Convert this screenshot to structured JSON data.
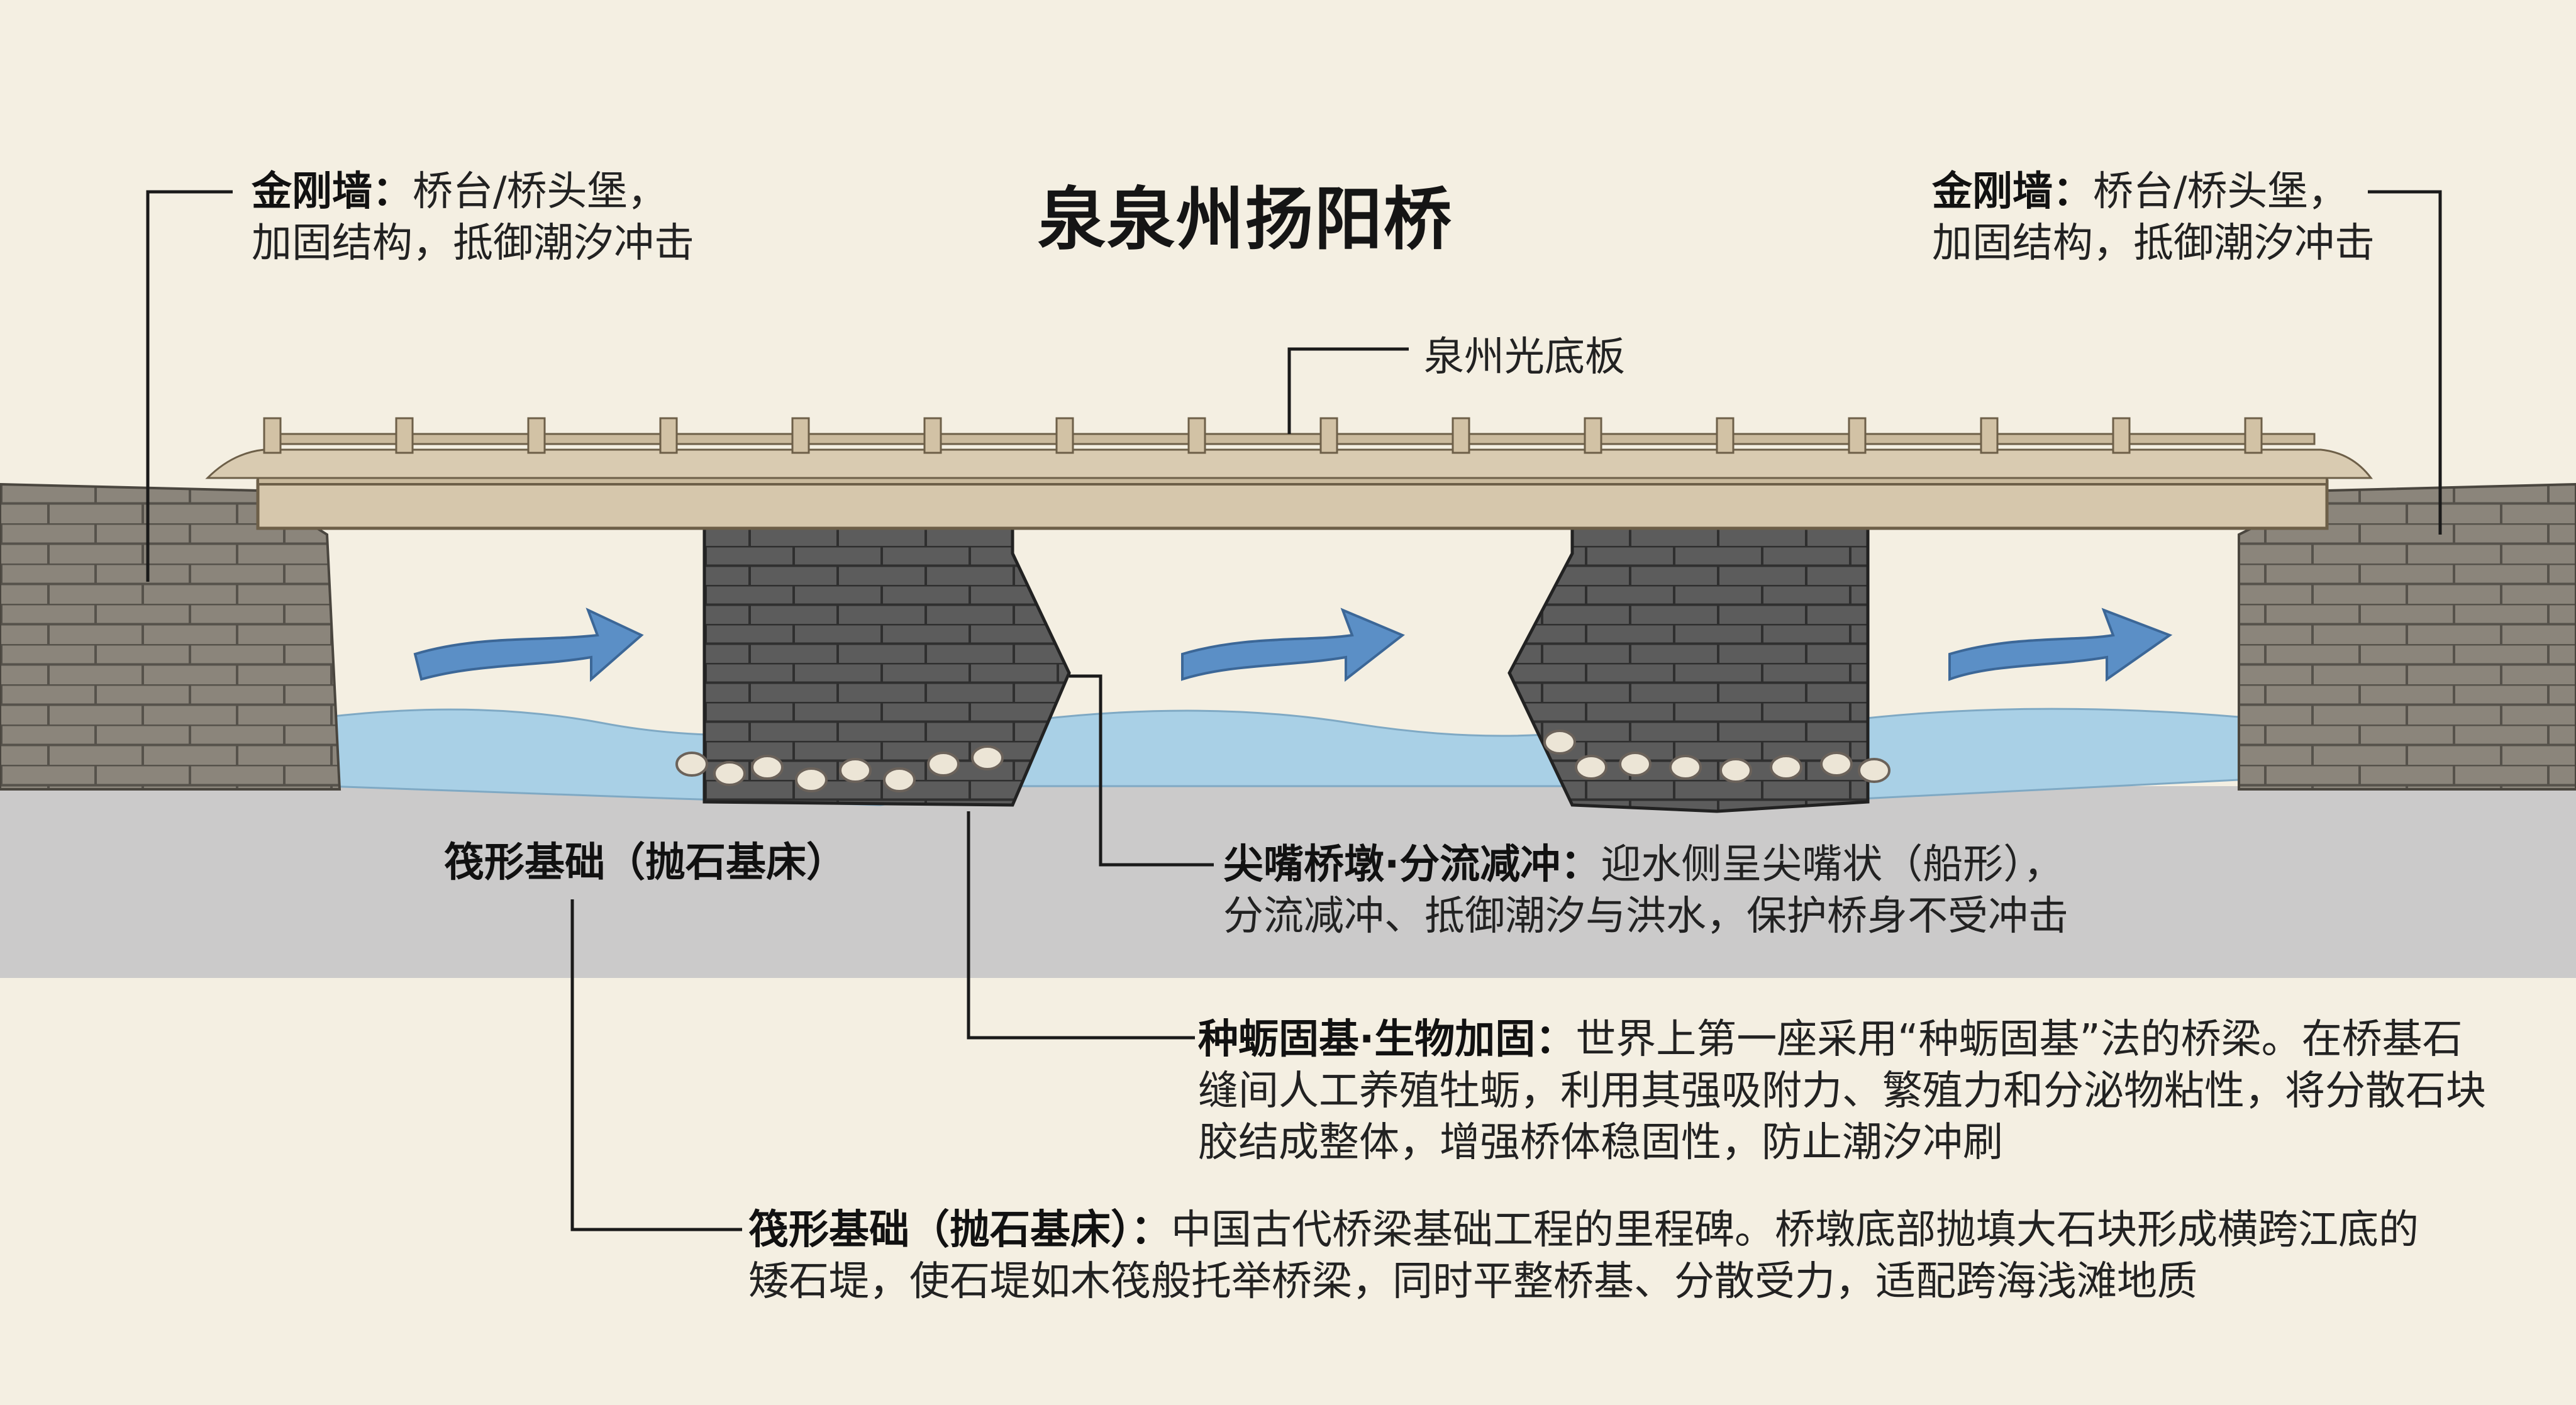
{
  "title": "泉泉州扬阳桥",
  "labels": {
    "left_wall": {
      "term": "金刚墙：",
      "line1": "桥台/桥头堡，",
      "line2": "加固结构，抵御潮汐冲击"
    },
    "right_wall": {
      "term": "金刚墙：",
      "line1": "桥台/桥头堡，",
      "line2": "加固结构，抵御潮汐冲击"
    },
    "deck": "泉州光底板",
    "raft_upper": "筏形基础（抛石基床）",
    "pier": {
      "term": "尖嘴桥墩·分流减冲：",
      "line1": "迎水侧呈尖嘴状（船形），",
      "line2": "分流减冲、抵御潮汐与洪水，保护桥身不受冲击"
    },
    "oyster": {
      "term": "种蛎固基·生物加固：",
      "line1": "世界上第一座采用“种蛎固基”法的桥梁。在桥基石",
      "line2": "缝间人工养殖牡蛎，利用其强吸附力、繁殖力和分泌物粘性，将分散石块",
      "line3": "胶结成整体，增强桥体稳固性，防止潮汐冲刷"
    },
    "raft": {
      "term": "筏形基础（抛石基床）：",
      "line1": "中国古代桥梁基础工程的里程碑。桥墩底部抛填大石块形成横跨江底的",
      "line2": "矮石堤，使石堤如木筏般托举桥梁，同时平整桥基、分散受力，适配跨海浅滩地质"
    }
  },
  "colors": {
    "background": "#f4efe2",
    "water": "#a9d0e6",
    "flow_arrow": "#5b8fc6",
    "stone_abutment": "#8a847a",
    "stone_pier": "#5a5a5a",
    "deck": "#d6c7ac",
    "riverbed": "#cbcaca"
  }
}
